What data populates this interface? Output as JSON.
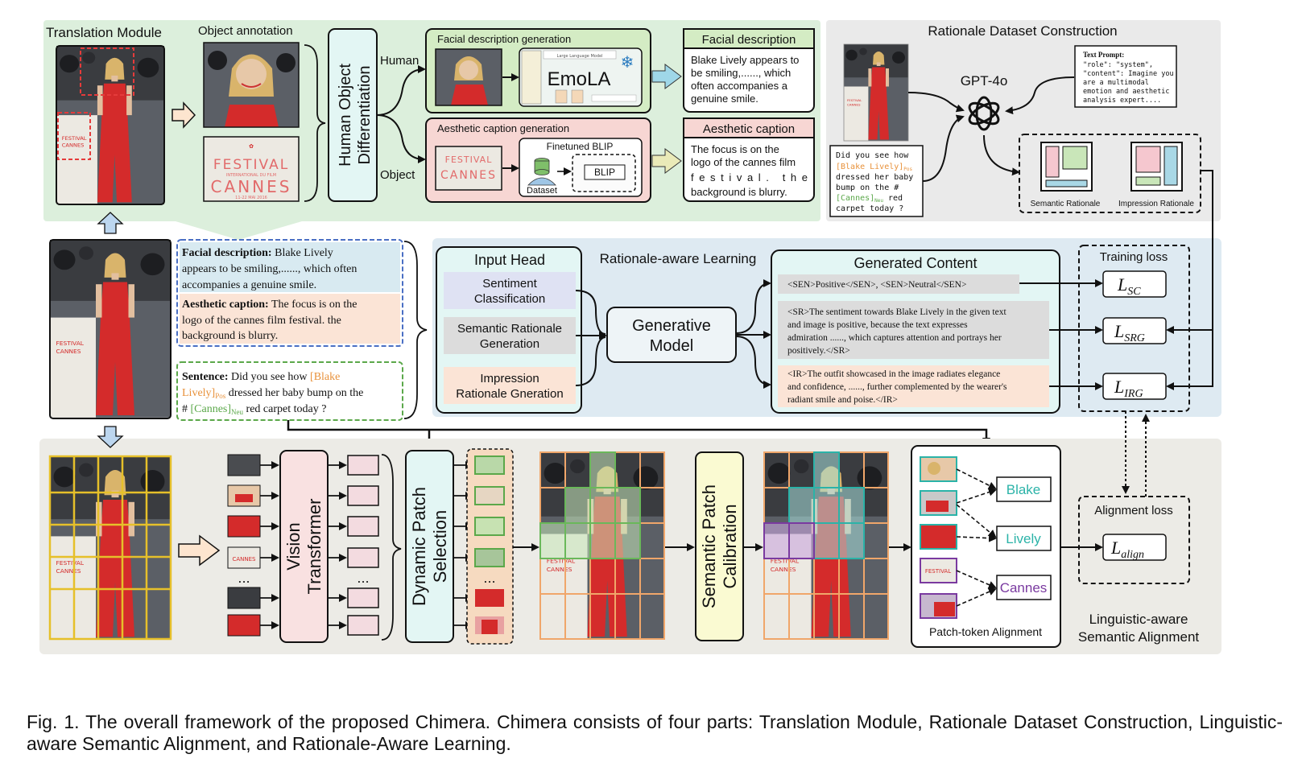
{
  "translation": {
    "title": "Translation Module",
    "object_annotation": "Object annotation",
    "hod_line1": "Human Object",
    "hod_line2": "Differentiation",
    "human": "Human",
    "object": "Object",
    "facial_gen_title": "Facial description generation",
    "emola": "EmoLA",
    "emola_small": "Large Language Model",
    "aesthetic_gen_title": "Aesthetic caption generation",
    "finetuned_blip": "Finetuned BLIP",
    "blip": "BLIP",
    "dataset": "Dataset",
    "facial_desc_title": "Facial description",
    "facial_desc_lines": [
      "Blake Lively appears to",
      "be smiling,......, which",
      "often accompanies a",
      "genuine smile."
    ],
    "aesthetic_caption_title": "Aesthetic caption",
    "aesthetic_caption_lines": [
      "The focus is on the",
      "logo of the cannes film",
      "festival. the",
      "background is blurry."
    ],
    "festival_lines": [
      "FESTIVAL",
      "INTERNATIONAL DU FILM",
      "CANNES",
      "11-22 MAI 2016"
    ]
  },
  "rationale_dataset": {
    "title": "Rationale Dataset Construction",
    "gpt": "GPT-4o",
    "prompt_title": "Text Prompt:",
    "prompt_lines": [
      "\"role\": \"system\",",
      "\"content\": Imagine you",
      "are a multimodal",
      "emotion and aesthetic",
      "analysis expert...."
    ],
    "sentence_line1": "Did you see how",
    "sentence_blake": "[Blake Lively]",
    "sentence_pos": "Pos",
    "sentence_line3": "dressed her baby",
    "sentence_line4": "bump on the #",
    "sentence_cannes": "[Cannes]",
    "sentence_neu": "Neu",
    "sentence_red": "red",
    "sentence_line6": "carpet today ?",
    "semantic_rationale": "Semantic Rationale",
    "impression_rationale": "Impression Rationale"
  },
  "middle_text": {
    "facial_label": "Facial description:",
    "facial_lines": [
      " Blake Lively",
      "appears to be smiling,......, which often",
      "accompanies a genuine smile."
    ],
    "aesthetic_label": "Aesthetic caption:",
    "aesthetic_lines": [
      " The focus is on the",
      "logo of the cannes film festival. the",
      "background is blurry."
    ],
    "sentence_label": "Sentence:",
    "sentence_a": " Did you see how ",
    "sentence_blake": "[Blake",
    "sentence_lively": "Lively]",
    "sentence_pos": "Pos",
    "sentence_b": " dressed her baby bump on the",
    "sentence_hash": "# ",
    "sentence_cannes": "[Cannes]",
    "sentence_neu": "Neu",
    "sentence_c": " red carpet today ?"
  },
  "rationale_learning": {
    "title": "Rationale-aware Learning",
    "input_head": "Input Head",
    "sentiment": [
      "Sentiment",
      "Classification"
    ],
    "semantic": [
      "Semantic Rationale",
      "Generation"
    ],
    "impression": [
      "Impression",
      "Rationale Gneration"
    ],
    "generative": [
      "Generative",
      "Model"
    ],
    "generated_content": "Generated Content",
    "sen_text": "<SEN>Positive</SEN>, <SEN>Neutral</SEN>",
    "sr_lines": [
      "<SR>The sentiment towards Blake Lively in the given text",
      "and image is positive, because the text expresses",
      "admiration ......, which captures attention and portrays her",
      "positively.</SR>"
    ],
    "ir_lines": [
      "<IR>The outfit showcased in the image radiates elegance",
      "and confidence, ......, further complemented by the wearer's",
      "radiant smile and poise.</IR>"
    ],
    "training_loss": "Training loss",
    "loss_sc": "SC",
    "loss_srg": "SRG",
    "loss_irg": "IRG",
    "loss_l": "L"
  },
  "alignment": {
    "vision_transformer": [
      "Vision",
      "Transformer"
    ],
    "dynamic_patch": [
      "Dynamic Patch",
      "Selection"
    ],
    "semantic_patch": [
      "Semantic Patch",
      "Calibration"
    ],
    "ellipsis": "...",
    "tokens": [
      "Blake",
      "Lively",
      "Cannes"
    ],
    "patch_token": "Patch-token Alignment",
    "alignment_loss": "Alignment loss",
    "loss_align": "align",
    "linguistic": [
      "Linguistic-aware",
      "Semantic Alignment"
    ]
  },
  "colors": {
    "green_panel": "#dcefdc",
    "grey_panel": "#eaeaea",
    "blue_panel": "#deeaf2",
    "bottom_panel": "#ecebe6",
    "teal_box": "#e3f6f4",
    "pink_box": "#f9e1e1",
    "red_dress": "#d42b2b",
    "orange_text": "#e8913a",
    "green_text": "#5ba84a",
    "teal_text": "#2bb3a8",
    "purple_text": "#7a3aa0",
    "yellow_grid": "#e6c02a",
    "orange_grid": "#f0a66a"
  },
  "caption": "Fig. 1. The overall framework of the proposed Chimera. Chimera consists of four parts: Translation Module, Rationale Dataset Construction, Linguistic-aware Semantic Alignment, and Rationale-Aware Learning."
}
